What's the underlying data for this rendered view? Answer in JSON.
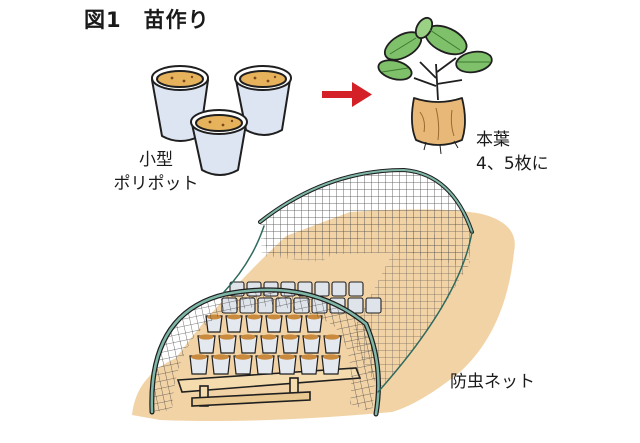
{
  "figure": {
    "number": "図1",
    "title": "苗作り"
  },
  "labels": {
    "pots_line1": "小型",
    "pots_line2": "ポリポット",
    "leaves_line1": "本葉",
    "leaves_line2": "4、5枚に",
    "net": "防虫ネット"
  },
  "icons": [
    "small-poly-pot-icon",
    "arrow-right-icon",
    "seedling-icon",
    "tunnel-net-icon"
  ],
  "colors": {
    "arrow": "#d42127",
    "soil": "#f2d3a6",
    "pot": "#dde4f2",
    "leaf": "#7fc06a",
    "net": "#444444",
    "hoop": "#2f7a6a"
  }
}
